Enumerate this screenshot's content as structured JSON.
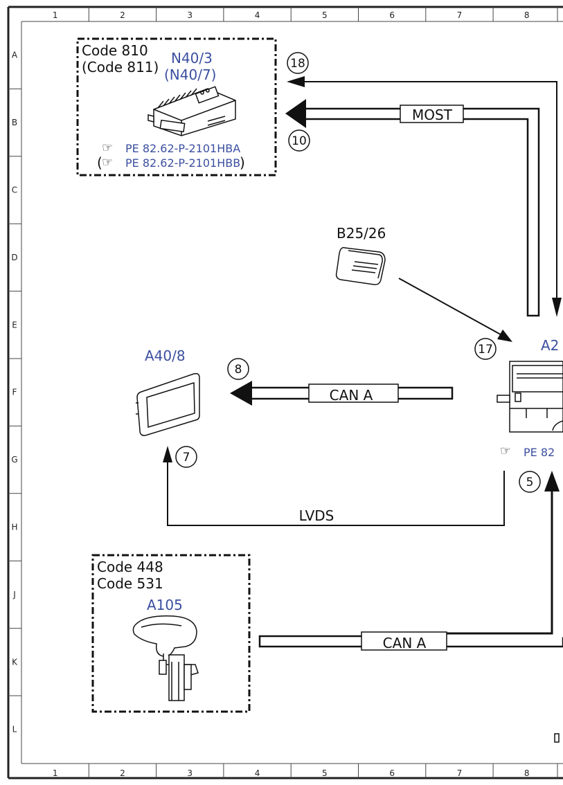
{
  "grid": {
    "columns": [
      "1",
      "2",
      "3",
      "4",
      "5",
      "6",
      "7",
      "8"
    ],
    "rows": [
      "A",
      "B",
      "C",
      "D",
      "E",
      "F",
      "G",
      "H",
      "J",
      "K",
      "L"
    ]
  },
  "components": {
    "amplifier": {
      "code_line_1": "Code 810",
      "code_line_2": "(Code 811)",
      "id_1": "N40/3",
      "id_2": "(N40/7)",
      "ref_1": "PE 82.62-P-2101HBA",
      "ref_2": "PE 82.62-P-2101HBB",
      "ref_2_paren_open": "(",
      "ref_2_paren_close": ")"
    },
    "sensor": {
      "id": "B25/26"
    },
    "display": {
      "id": "A40/8"
    },
    "head_unit": {
      "id_partial": "A2",
      "ref_partial": "PE 82"
    },
    "selector": {
      "code_line_1": "Code 448",
      "code_line_2": "Code 531",
      "id": "A105"
    }
  },
  "buses": {
    "most": "MOST",
    "can_a_display": "CAN A",
    "lvds": "LVDS",
    "can_a_selector": "CAN A"
  },
  "callouts": [
    "18",
    "10",
    "17",
    "8",
    "7",
    "5"
  ],
  "colors": {
    "blue_label": "#3b4fa0",
    "line": "#111111"
  }
}
